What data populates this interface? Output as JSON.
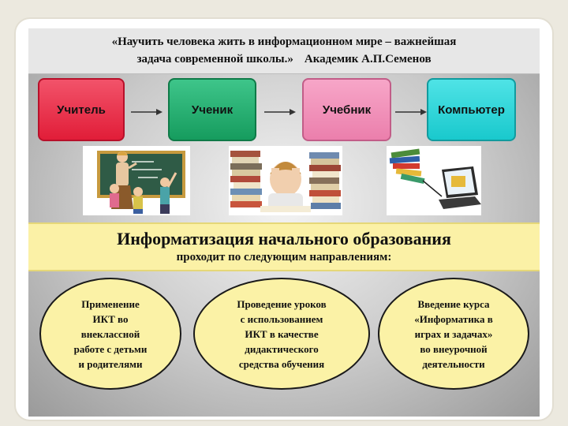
{
  "quote": {
    "line1": "«Научить человека жить в информационном мире – важнейшая",
    "line2_text": "задача современной школы.»",
    "author": "Академик А.П.Семенов"
  },
  "flow": {
    "items": [
      "Учитель",
      "Ученик",
      "Учебник",
      "Компьютер"
    ],
    "colors": [
      "#e11d38",
      "#169c5e",
      "#eb7fac",
      "#19c9cd"
    ]
  },
  "banner": {
    "title": "Информатизация начального образования",
    "subtitle": "проходит по следующим направлениям:"
  },
  "directions": [
    {
      "lines": [
        "Применение",
        "ИКТ во",
        "внеклассной",
        "работе с детьми",
        "и родителями"
      ]
    },
    {
      "lines": [
        "Проведение уроков",
        "с использованием",
        "ИКТ в качестве",
        "дидактического",
        "средства обучения"
      ]
    },
    {
      "lines": [
        "Введение курса",
        "«Информатика в",
        "играх и задачах»",
        "во внеурочной",
        "деятельности"
      ]
    }
  ],
  "illustrations": [
    "teacher-classroom-image",
    "child-with-books-image",
    "books-and-laptop-image"
  ]
}
